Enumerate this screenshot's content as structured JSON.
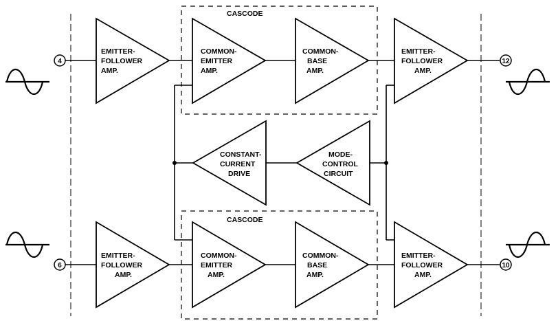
{
  "cascode_label": "CASCODE",
  "amplifiers": {
    "ef_top_left": [
      "EMITTER-",
      "FOLLOWER",
      "AMP."
    ],
    "ce_top": [
      "COMMON-",
      "EMITTER",
      "AMP."
    ],
    "cb_top": [
      "COMMON-",
      "BASE",
      "AMP."
    ],
    "ef_top_right": [
      "EMITTER-",
      "FOLLOWER",
      "AMP."
    ],
    "constant_current": [
      "CONSTANT-",
      "CURRENT",
      "DRIVE"
    ],
    "mode_control": [
      "MODE-",
      "CONTROL",
      "CIRCUIT"
    ],
    "ef_bot_left": [
      "EMITTER-",
      "FOLLOWER",
      "AMP."
    ],
    "ce_bot": [
      "COMMON-",
      "EMITTER",
      "AMP."
    ],
    "cb_bot": [
      "COMMON-",
      "BASE",
      "AMP."
    ],
    "ef_bot_right": [
      "EMITTER-",
      "FOLLOWER",
      "AMP."
    ]
  },
  "pins": {
    "in_top": "4",
    "in_bot": "6",
    "out_top": "12",
    "out_bot": "10"
  }
}
